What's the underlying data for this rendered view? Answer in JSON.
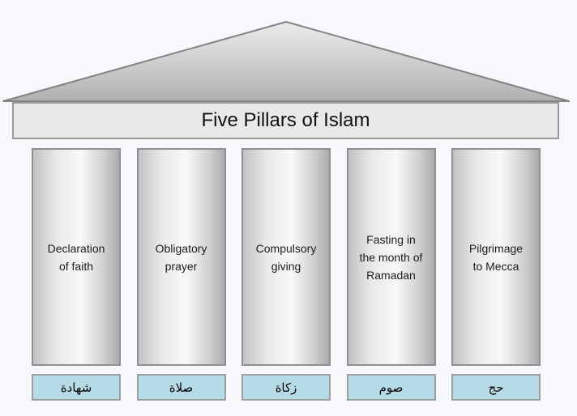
{
  "title": "Five Pillars of Islam",
  "pillars": [
    {
      "lines": [
        "Declaration",
        "of faith"
      ],
      "arabic": "شهادة"
    },
    {
      "lines": [
        "Obligatory",
        "prayer"
      ],
      "arabic": "صلاة"
    },
    {
      "lines": [
        "Compulsory",
        "giving"
      ],
      "arabic": "زكاة"
    },
    {
      "lines": [
        "Fasting in",
        "the month of",
        "Ramadan"
      ],
      "arabic": "صوم"
    },
    {
      "lines": [
        "Pilgrimage",
        "to Mecca"
      ],
      "arabic": "حج"
    }
  ],
  "colors": {
    "background": "#f7f8fc",
    "roof_top": "#ececec",
    "roof_bottom": "#b0b0b0",
    "band_fill": "#e9e9e9",
    "pillar_light": "#f8f8f8",
    "pillar_dark_left": "#c2c2c2",
    "pillar_dark_right": "#ababab",
    "arabic_box_fill": "#b5dce6",
    "border_gray": "#8f8f8f",
    "text": "#1b1b1b"
  }
}
